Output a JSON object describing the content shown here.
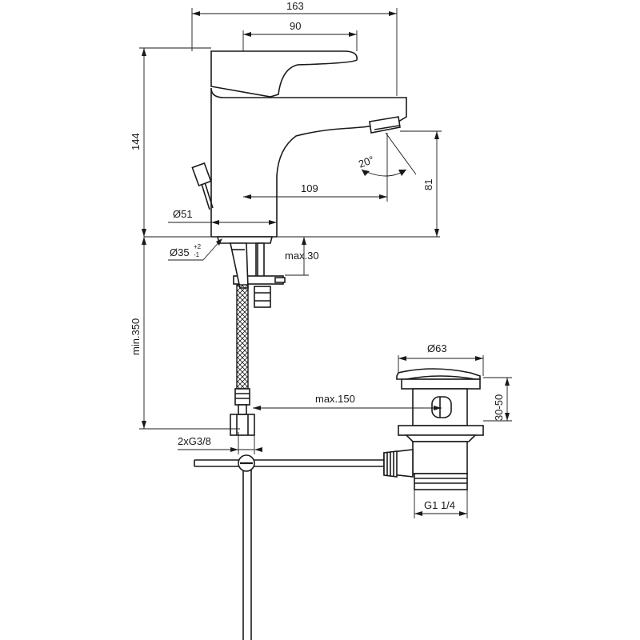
{
  "dimensions": {
    "overall_width": "163",
    "lever_width": "90",
    "height": "144",
    "spout_projection": "109",
    "spout_height": "81",
    "body_diameter": "Ø51",
    "hole_diameter": "Ø35",
    "hole_tolerance_plus": "+2",
    "hole_tolerance_minus": "-1",
    "deck_thickness": "max.30",
    "min_length": "min.350",
    "pull_rod": "max.150",
    "waste_diameter": "Ø63",
    "waste_range": "30-50",
    "connection": "2xG3/8",
    "waste_thread": "G1 1/4",
    "angle": "20°"
  }
}
